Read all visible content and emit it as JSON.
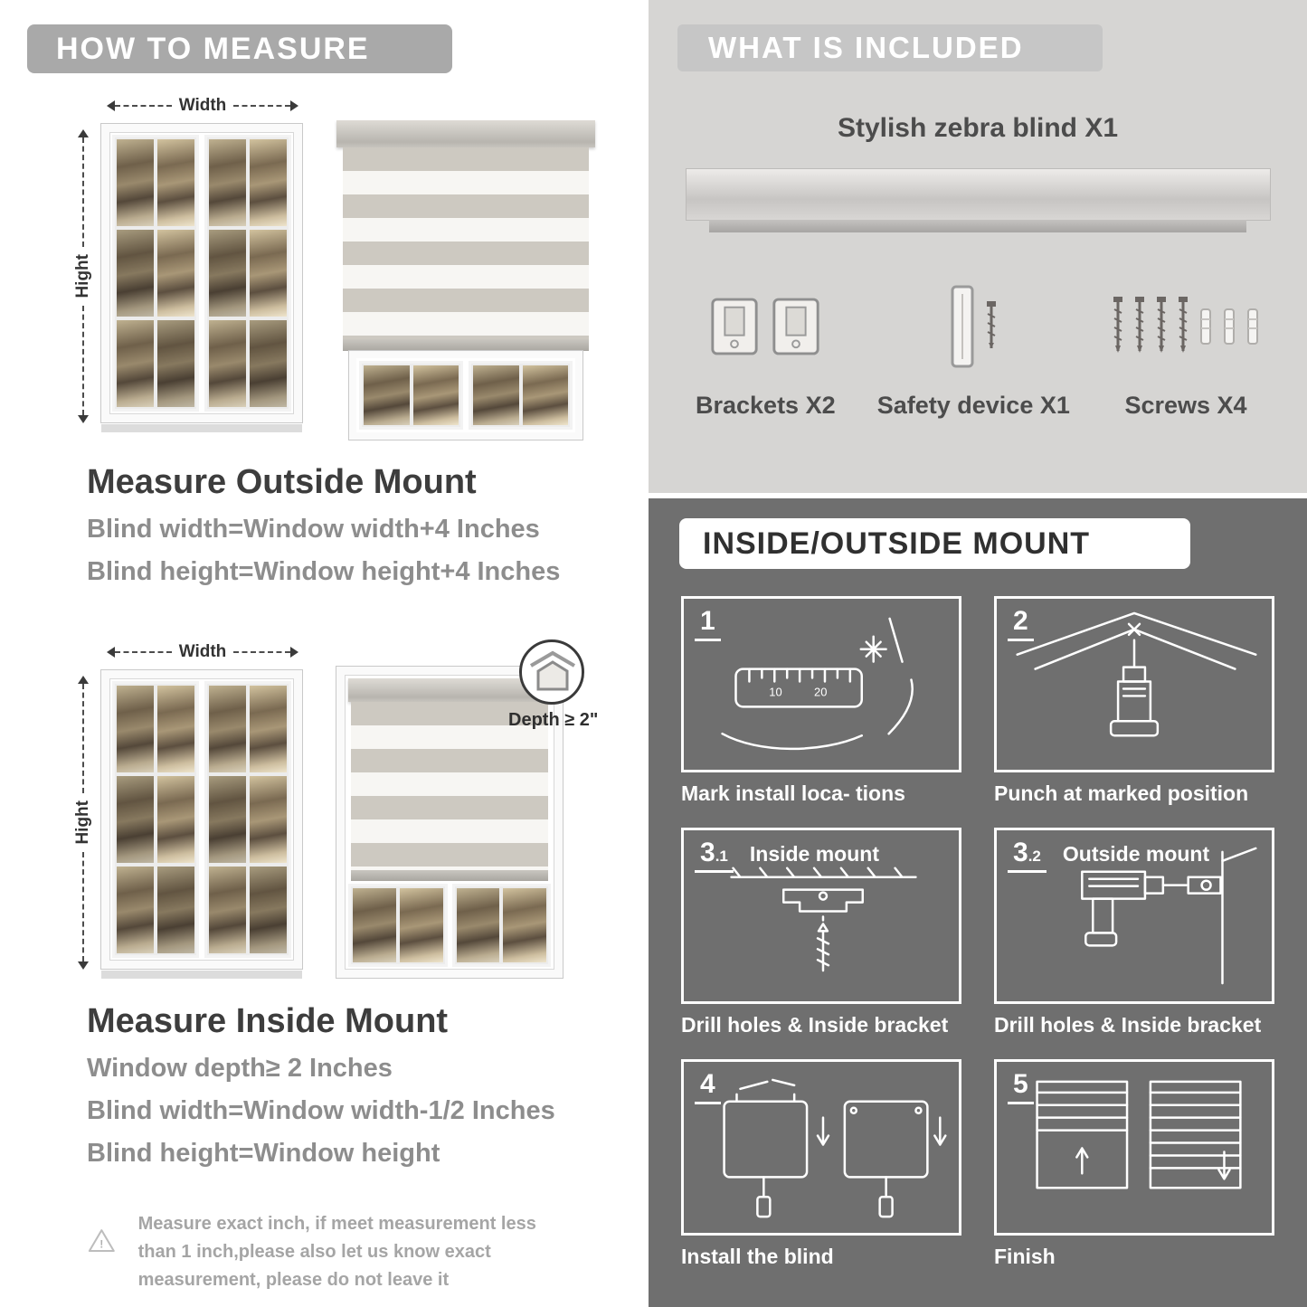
{
  "colors": {
    "how_banner": "#a9a9a9",
    "included_bg": "#d6d5d3",
    "included_banner": "#c6c6c6",
    "mount_bg": "#6f6f6f",
    "heading_text": "#3d3d3d",
    "formula_text": "#8d8d8d"
  },
  "left": {
    "banner": "HOW TO MEASURE",
    "labels": {
      "width": "Width",
      "height": "Hight"
    },
    "outside": {
      "heading": "Measure Outside Mount",
      "lines": [
        "Blind width=Window width+4 Inches",
        "Blind height=Window height+4 Inches"
      ]
    },
    "inside": {
      "heading": "Measure Inside Mount",
      "depth_callout": "Depth ≥ 2\"",
      "lines": [
        "Window depth≥ 2 Inches",
        "Blind width=Window width-1/2 Inches",
        "Blind height=Window height"
      ]
    },
    "warning": "Measure exact inch, if meet measurement less than 1 inch,please also let us know exact measurement, please do not leave it"
  },
  "right": {
    "included": {
      "banner": "WHAT IS INCLUDED",
      "product": "Stylish zebra blind X1",
      "parts": [
        {
          "label": "Brackets X2"
        },
        {
          "label": "Safety device X1"
        },
        {
          "label": "Screws X4"
        }
      ]
    },
    "mount": {
      "banner": "INSIDE/OUTSIDE MOUNT",
      "steps": [
        {
          "num": "1",
          "sub": "",
          "title": "",
          "caption": "Mark install loca- tions"
        },
        {
          "num": "2",
          "sub": "",
          "title": "",
          "caption": "Punch at  marked position"
        },
        {
          "num": "3",
          "sub": ".1",
          "title": "Inside mount",
          "caption": "Drill holes &  Inside bracket"
        },
        {
          "num": "3",
          "sub": ".2",
          "title": "Outside mount",
          "caption": "Drill holes &  Inside bracket"
        },
        {
          "num": "4",
          "sub": "",
          "title": "",
          "caption": "Install the blind"
        },
        {
          "num": "5",
          "sub": "",
          "title": "",
          "caption": "Finish"
        }
      ]
    }
  }
}
